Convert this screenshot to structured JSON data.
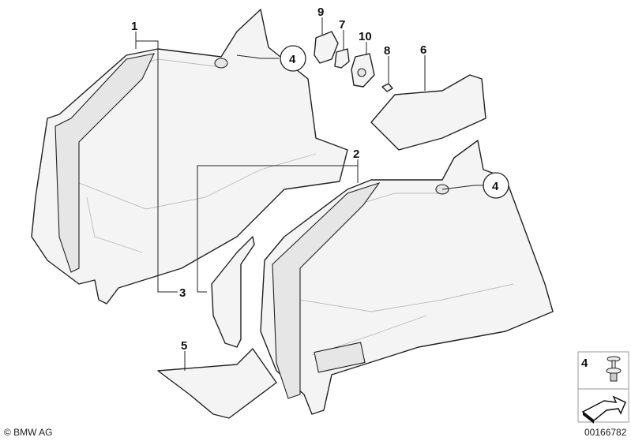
{
  "callouts": {
    "p1": "1",
    "p2": "2",
    "p3": "3",
    "p4a": "4",
    "p4b": "4",
    "p5": "5",
    "p6": "6",
    "p7": "7",
    "p8": "8",
    "p9": "9",
    "p10": "10"
  },
  "inset": {
    "label": "4"
  },
  "footer": {
    "copyright": "© BMW AG",
    "diagram_number": "00166782"
  }
}
